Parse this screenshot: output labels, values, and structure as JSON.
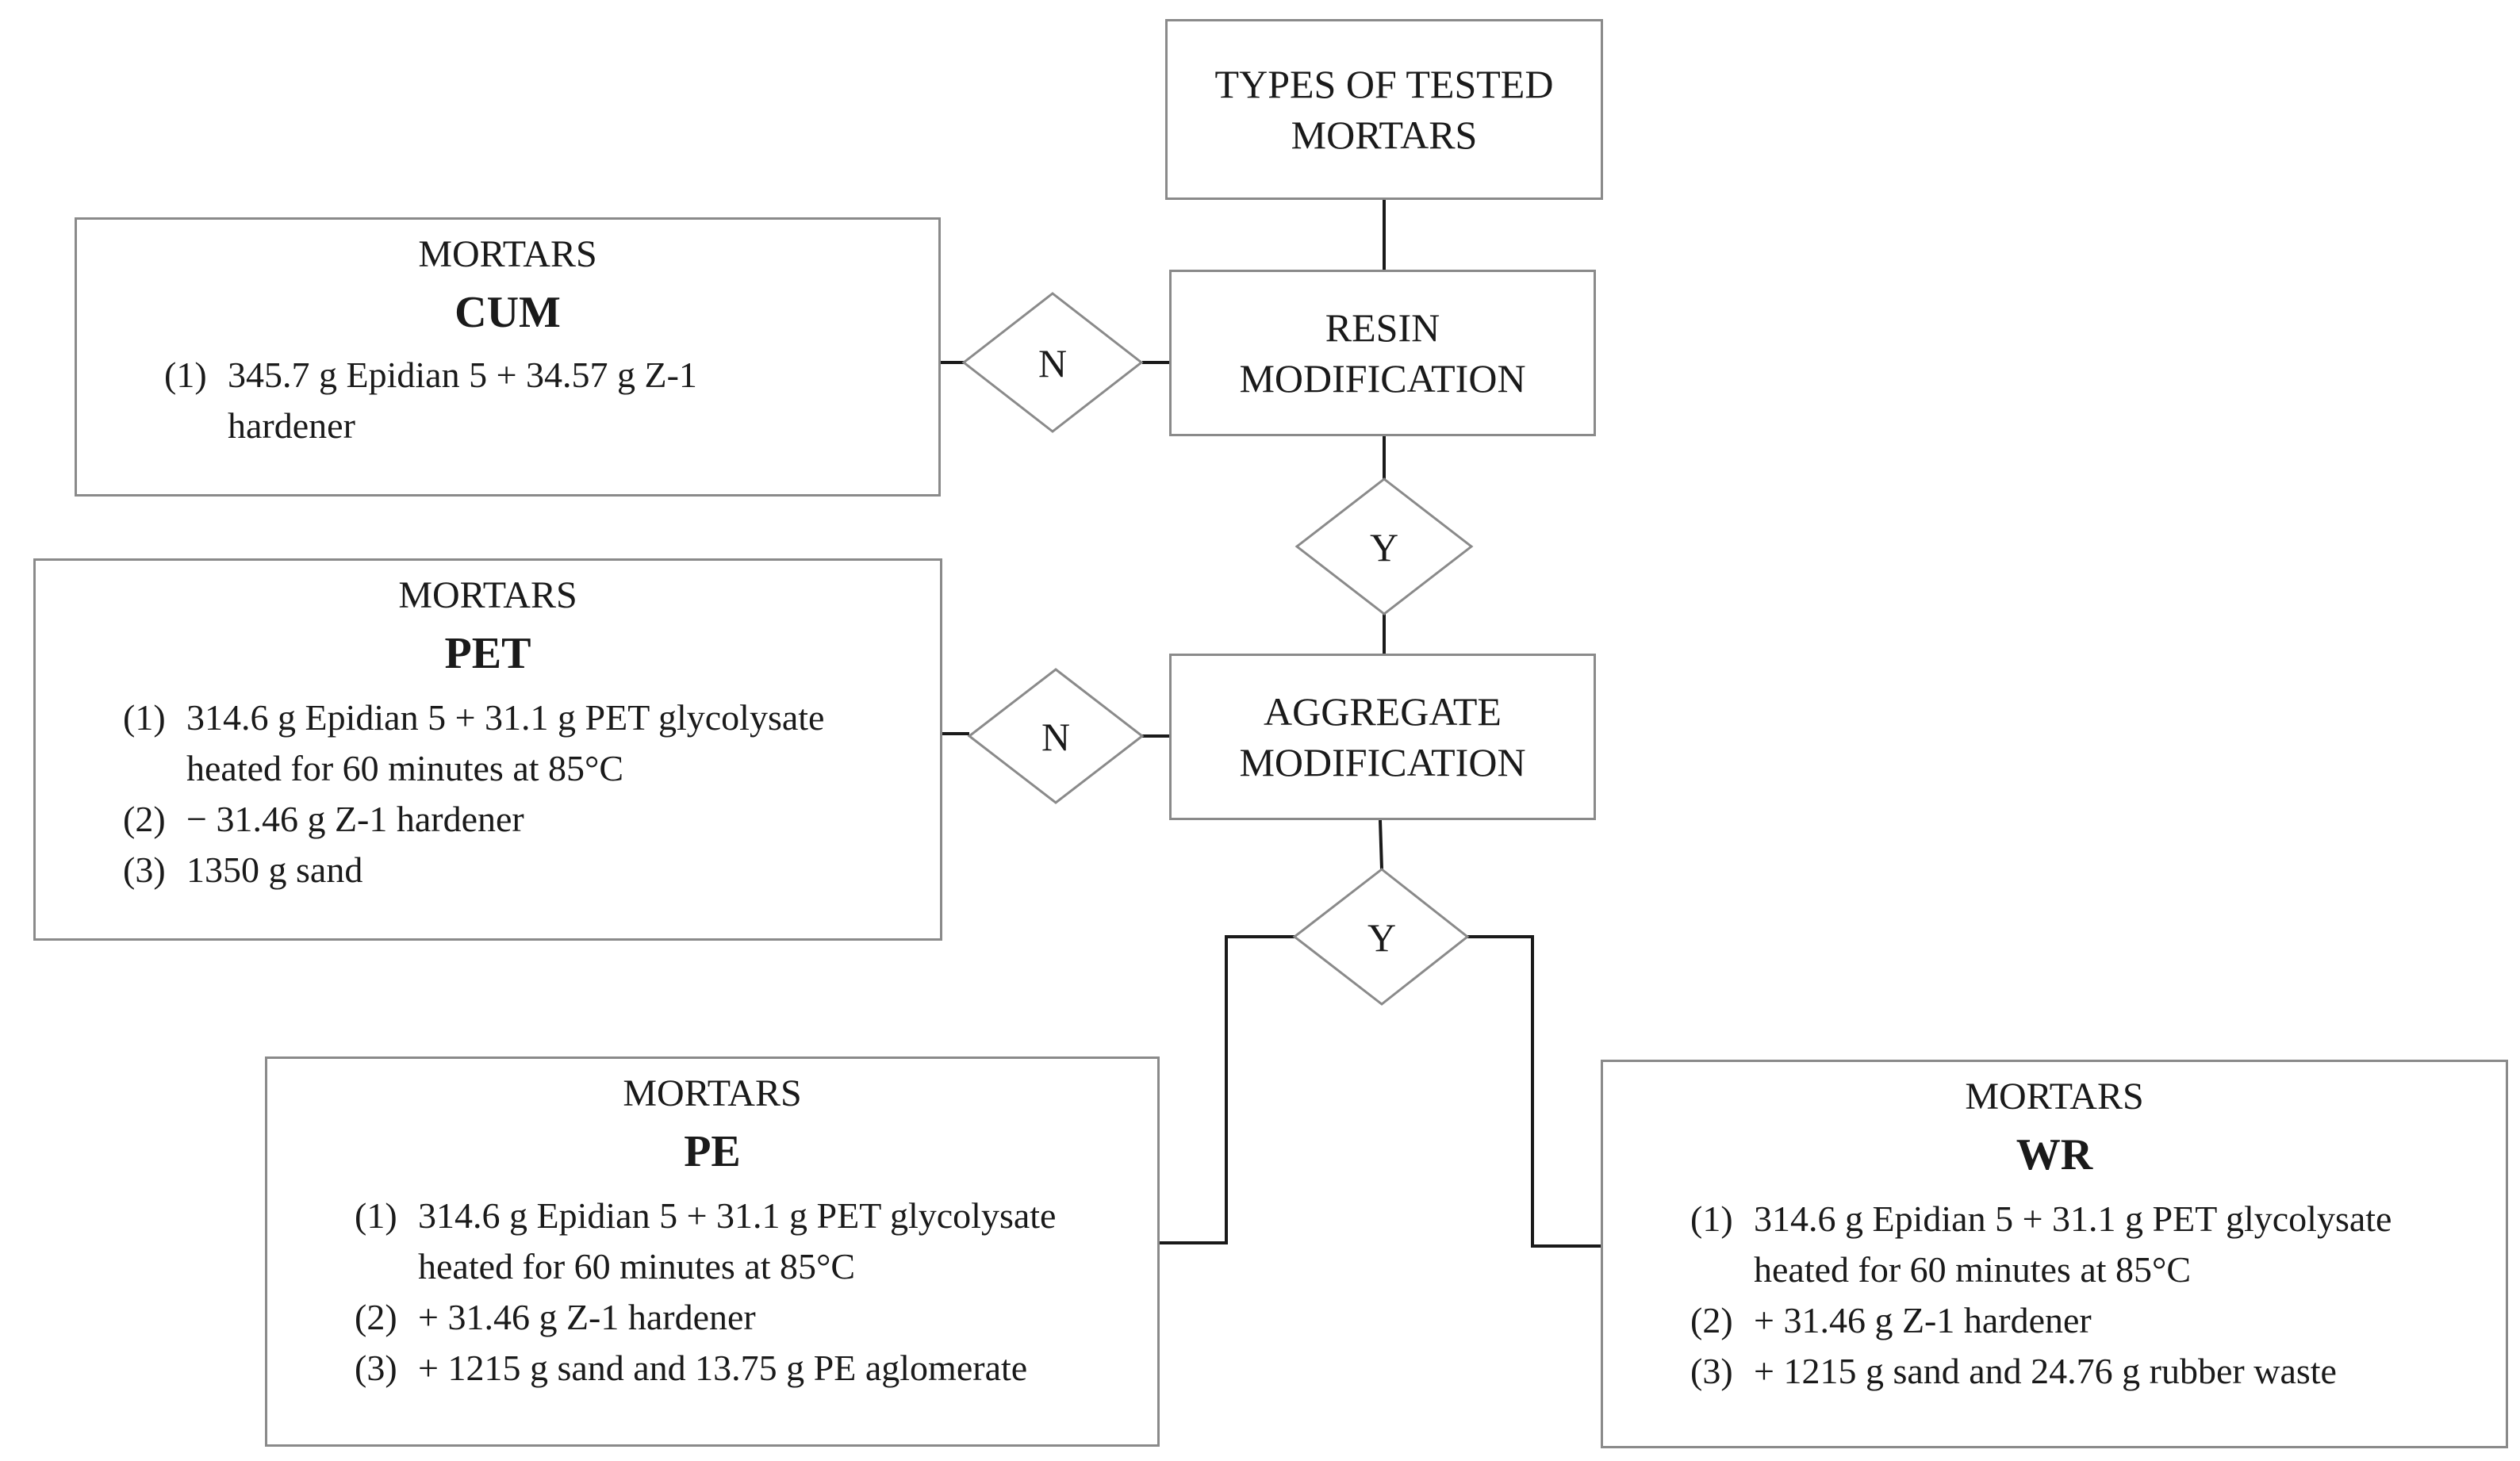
{
  "root": {
    "line1": "TYPES OF TESTED",
    "line2": "MORTARS"
  },
  "resin": {
    "line1": "RESIN",
    "line2": "MODIFICATION"
  },
  "aggregate": {
    "line1": "AGGREGATE",
    "line2": "MODIFICATION"
  },
  "decisions": {
    "no": "N",
    "yes": "Y"
  },
  "mortars": {
    "cum": {
      "heading": "MORTARS",
      "code": "CUM",
      "items": [
        {
          "num": "(1)",
          "text": "345.7 g Epidian 5 + 34.57 g Z-1 hardener"
        }
      ]
    },
    "pet": {
      "heading": "MORTARS",
      "code": "PET",
      "items": [
        {
          "num": "(1)",
          "text": "314.6 g Epidian 5 + 31.1 g PET glycolysate heated for 60 minutes at 85°C"
        },
        {
          "num": "(2)",
          "text": "− 31.46 g Z-1 hardener"
        },
        {
          "num": "(3)",
          "text": "1350 g sand"
        }
      ]
    },
    "pe": {
      "heading": "MORTARS",
      "code": "PE",
      "items": [
        {
          "num": "(1)",
          "text": "314.6 g Epidian 5 + 31.1 g PET glycolysate heated for 60 minutes at 85°C"
        },
        {
          "num": "(2)",
          "text": "+ 31.46 g Z-1 hardener"
        },
        {
          "num": "(3)",
          "text": "+ 1215 g sand and 13.75 g PE aglomerate"
        }
      ]
    },
    "wr": {
      "heading": "MORTARS",
      "code": "WR",
      "items": [
        {
          "num": "(1)",
          "text": "314.6 g Epidian 5 + 31.1 g PET glycolysate heated for 60 minutes at 85°C"
        },
        {
          "num": "(2)",
          "text": "+ 31.46 g Z-1 hardener"
        },
        {
          "num": "(3)",
          "text": "+ 1215 g sand and 24.76 g rubber waste"
        }
      ]
    }
  },
  "colors": {
    "border": "#8a8a8a",
    "line": "#1a1a1a",
    "text": "#1a1a1a"
  }
}
